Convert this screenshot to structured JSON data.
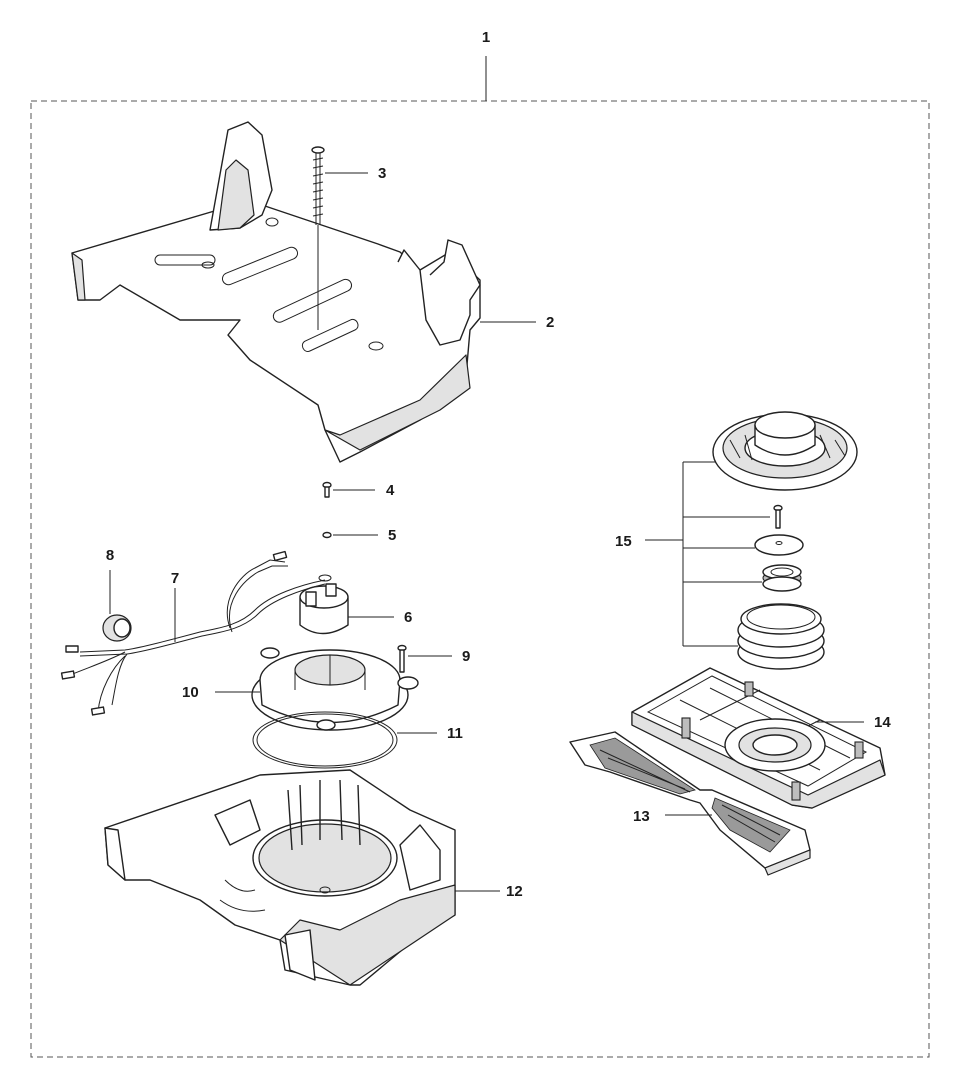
{
  "callouts": {
    "c1": "1",
    "c2": "2",
    "c3": "3",
    "c4": "4",
    "c5": "5",
    "c6": "6",
    "c7": "7",
    "c8": "8",
    "c9": "9",
    "c10": "10",
    "c11": "11",
    "c12": "12",
    "c13": "13",
    "c14": "14",
    "c15": "15"
  },
  "colors": {
    "line": "#222222",
    "shade": "#e2e2e2",
    "frame": "#555555"
  }
}
